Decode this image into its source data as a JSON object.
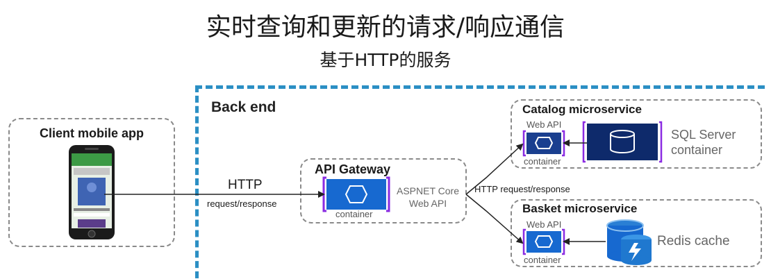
{
  "title": "实时查询和更新的请求/响应通信",
  "subtitle": "基于HTTP的服务",
  "backend": {
    "label": "Back end"
  },
  "client": {
    "label": "Client mobile app"
  },
  "link_http": {
    "label": "HTTP",
    "sublabel": "request/response"
  },
  "gateway": {
    "label": "API Gateway",
    "container": "container",
    "tech_line1": "ASPNET Core",
    "tech_line2": "Web API"
  },
  "link_internal": {
    "label": "HTTP request/response"
  },
  "catalog": {
    "label": "Catalog microservice",
    "webapi": "Web API",
    "container": "container",
    "db_line1": "SQL Server",
    "db_line2": "container"
  },
  "basket": {
    "label": "Basket microservice",
    "webapi": "Web API",
    "container": "container",
    "cache_label": "Redis cache"
  },
  "colors": {
    "accent": "#2b8fc4",
    "container_blue": "#1769d0",
    "navy": "#0e2a6b",
    "bracket": "#8a2be2"
  },
  "icons": [
    "phone-icon",
    "web-api-container-icon",
    "database-icon",
    "redis-cache-icon"
  ]
}
